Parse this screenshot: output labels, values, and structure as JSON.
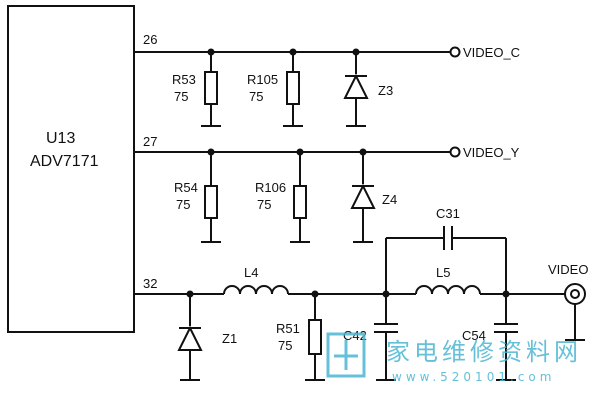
{
  "ic": {
    "ref": "U13",
    "part": "ADV7171"
  },
  "pins": {
    "p26": "26",
    "p27": "27",
    "p32": "32"
  },
  "outputs": {
    "c": "VIDEO_C",
    "y": "VIDEO_Y",
    "video": "VIDEO"
  },
  "components": {
    "r53": {
      "ref": "R53",
      "value": "75"
    },
    "r105": {
      "ref": "R105",
      "value": "75"
    },
    "z3": "Z3",
    "r54": {
      "ref": "R54",
      "value": "75"
    },
    "r106": {
      "ref": "R106",
      "value": "75"
    },
    "z4": "Z4",
    "l4": "L4",
    "z1": "Z1",
    "r51": {
      "ref": "R51",
      "value": "75"
    },
    "c42": "C42",
    "c31": "C31",
    "l5": "L5",
    "c54": "C54"
  },
  "watermark": {
    "text": "家电维修资料网",
    "url": "www.520101.com"
  },
  "colors": {
    "line": "#111111",
    "watermark": "#4bb6d2"
  }
}
